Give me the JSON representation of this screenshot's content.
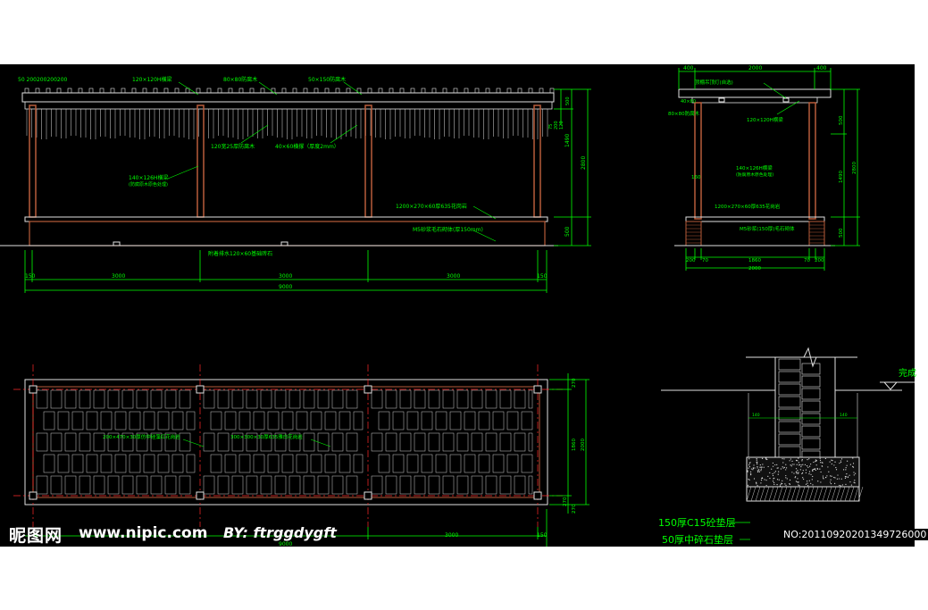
{
  "colors": {
    "bg": "#000000",
    "dim": "#00ff00",
    "wood": "#b85c3a",
    "axis": "#ff2a2a",
    "line": "#e0e0e0",
    "text": "#00ff00"
  },
  "front_elevation": {
    "top_dims": "50 200200200200",
    "labels": {
      "beam_main": "120×120H横梁",
      "beam_80": "80×80防腐木",
      "beam_50": "50×150防腐木",
      "slats": "120宽25厚防腐木",
      "batten": "40×60横撑（厚度2mm）",
      "column_note": "140×126H横梁",
      "column_note2": "(防腐原木原色处理)",
      "seat": "1200×270×60厚635花岗岩",
      "wall": "M5砂浆毛石砌体(厚150mm)",
      "drain": "附着排水120×60基础砖石"
    },
    "bottom_dims": [
      "150",
      "3000",
      "3000",
      "3000",
      "150"
    ],
    "total": "9000",
    "right_dims": [
      "2800",
      "500",
      "1490",
      "500"
    ],
    "side_dims": [
      "120",
      "200",
      "75"
    ]
  },
  "side_elevation": {
    "top_dims": [
      "400",
      "2000",
      "400"
    ],
    "labels": {
      "lamp": "顶棚吊顶灯(自选)",
      "post80": "80×80防腐木",
      "beam120": "120×120H横梁",
      "beam140": "140×126H横梁",
      "beam140b": "(防腐原木原色处理)",
      "seat": "1200×270×60厚635花岗岩",
      "wall": "M5砂浆(150厚)毛石砌体"
    },
    "left_small": [
      "160",
      "40×80"
    ],
    "bottom_dims": [
      "200",
      "70",
      "1860",
      "70",
      "200"
    ],
    "total": "2000",
    "right_dims": [
      "500",
      "1490",
      "2800",
      "500"
    ],
    "label_160": "160"
  },
  "plan": {
    "labels": {
      "paver_a": "200×470×30厚仿中硅藻红花岗岩",
      "paver_b": "300×300×30厚635雅白花岗岩"
    },
    "right_dims": [
      "270",
      "1860",
      "2000",
      "270",
      "270"
    ],
    "bottom_dims": [
      "3000",
      "150"
    ],
    "total": "9000"
  },
  "section": {
    "finish": "完成",
    "dims": [
      "140",
      "140"
    ],
    "layers": [
      "150厚C15砼垫层",
      "50厚中碎石垫层"
    ]
  },
  "watermark": {
    "logo": "昵图网",
    "url": "www.nipic.com",
    "by": "BY: ftrggdygft",
    "number": "NO:20110920201349726000"
  }
}
